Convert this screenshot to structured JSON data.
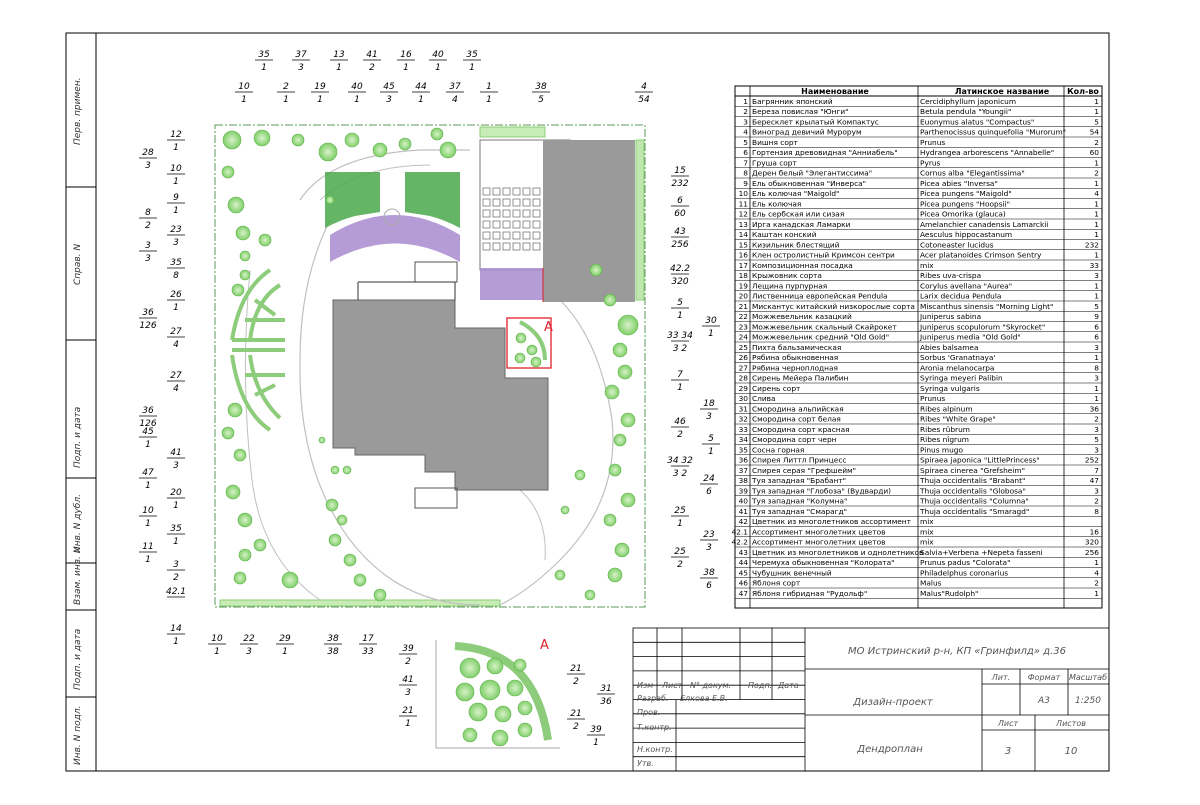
{
  "sidebar_labels": [
    "Перв. примен.",
    "Справ. N",
    "Подп. и дата",
    "Инв. N дубл.",
    "Взам. инв. N",
    "Подп. и дата",
    "Инв. N подл."
  ],
  "table": {
    "headers": [
      "Наименование",
      "Латинское название",
      "Кол-во"
    ],
    "rows": [
      [
        "1",
        "Багрянник японский",
        "Cercidiphyllum japonicum",
        "1"
      ],
      [
        "2",
        "Береза повислая \"Юнги\"",
        "Betula pendula \"Youngii\"",
        "1"
      ],
      [
        "3",
        "Бересклет крылатый Компактус",
        "Euonymus alatus \"Compactus\"",
        "5"
      ],
      [
        "4",
        "Виноград девичий Мурорум",
        "Parthenocissus quinquefolia \"Murorum\"",
        "54"
      ],
      [
        "5",
        "Вишня сорт",
        "Prunus",
        "2"
      ],
      [
        "6",
        "Гортензия древовидная \"Анниабель\"",
        "Hydrangea arborescens \"Annabelle\"",
        "60"
      ],
      [
        "7",
        "Груша сорт",
        "Pyrus",
        "1"
      ],
      [
        "8",
        "Дерен белый \"Элегантиссима\"",
        "Cornus alba \"Elegantissima\"",
        "2"
      ],
      [
        "9",
        "Ель обыкновенная \"Инверса\"",
        "Picea abies \"Inversa\"",
        "1"
      ],
      [
        "10",
        "Ель колючая \"Maigold\"",
        "Picea pungens \"Maigold\"",
        "4"
      ],
      [
        "11",
        "Ель колючая",
        "Picea pungens \"Hoopsii\"",
        "1"
      ],
      [
        "12",
        "Ель сербская или сизая",
        "Picea Omorika (glauca)",
        "1"
      ],
      [
        "13",
        "Ирга канадская Ламарки",
        "Amelanchier canadensis Lamarckii",
        "1"
      ],
      [
        "14",
        "Каштан конский",
        "Aesculus hippocastanum",
        "1"
      ],
      [
        "15",
        "Кизильник блестящий",
        "Cotoneaster lucidus",
        "232"
      ],
      [
        "16",
        "Клен остролистный Кримсон сентри",
        "Acer platanoides Crimson Sentry",
        "1"
      ],
      [
        "17",
        "Композиционная посадка",
        "mix",
        "33"
      ],
      [
        "18",
        "Крыжовник сорта",
        "Ribes uva-crispa",
        "3"
      ],
      [
        "19",
        "Лещина пурпурная",
        "Corylus avellana \"Aurea\"",
        "1"
      ],
      [
        "20",
        "Лиственница европейская Pendula",
        "Larix decidua Pendula",
        "1"
      ],
      [
        "21",
        "Мискантус китайский низкорослые сорта",
        "Miscanthus sinensis \"Morning Light\"",
        "5"
      ],
      [
        "22",
        "Можжевельник казацкий",
        "Juniperus sabina",
        "9"
      ],
      [
        "23",
        "Можжевельник скальный Скайрокет",
        "Juniperus scopulorum \"Skyrocket\"",
        "6"
      ],
      [
        "24",
        "Можжевельник средний \"Old Gold\"",
        "Juniperus media \"Old Gold\"",
        "6"
      ],
      [
        "25",
        "Пихта бальзамическая",
        "Abies balsamea",
        "3"
      ],
      [
        "26",
        "Рябина обыкновенная",
        "Sorbus 'Granatnaya'",
        "1"
      ],
      [
        "27",
        "Рябина черноплодная",
        "Aronia melanocarpa",
        "8"
      ],
      [
        "28",
        "Сирень Мейера Палибин",
        "Syringa meyeri Palibin",
        "3"
      ],
      [
        "29",
        "Сирень сорт",
        "Syringa vulgaris",
        "1"
      ],
      [
        "30",
        "Слива",
        "Prunus",
        "1"
      ],
      [
        "31",
        "Смородина альпийская",
        "Ribes alpinum",
        "36"
      ],
      [
        "32",
        "Смородина сорт белая",
        "Ribes \"White Grape\"",
        "2"
      ],
      [
        "33",
        "Смородина сорт красная",
        "Ribes rûbrum",
        "3"
      ],
      [
        "34",
        "Смородина сорт черн",
        "Ribes nîgrum",
        "5"
      ],
      [
        "35",
        "Сосна горная",
        "Pinus mugo",
        "3"
      ],
      [
        "36",
        "Спирея Литтл Принцесс",
        "Spiraea japonica \"LittlePrincess\"",
        "252"
      ],
      [
        "37",
        "Спирея серая \"Грефшейм\"",
        "Spiraea cinerea \"Grefsheim\"",
        "7"
      ],
      [
        "38",
        "Туя западная \"Брабант\"",
        "Thuja occidentalis \"Brabant\"",
        "47"
      ],
      [
        "39",
        "Туя западная \"Глобоза\" (Вудварди)",
        "Thuja occidentalis \"Globosa\"",
        "3"
      ],
      [
        "40",
        "Туя западная \"Колумна\"",
        "Thuja occidentalis \"Columna\"",
        "2"
      ],
      [
        "41",
        "Туя западная \"Смарагд\"",
        "Thuja occidentalis \"Smaragd\"",
        "8"
      ],
      [
        "42",
        "Цветник из многолетников ассортимент",
        "mix",
        ""
      ],
      [
        "42.1",
        "Ассортимент многолетних цветов",
        "mix",
        "16"
      ],
      [
        "42.2",
        "Ассортимент многолетних цветов",
        "mix",
        "320"
      ],
      [
        "43",
        "Цветник из многолетников и однолетников",
        "Salvia+Verbena +Nepeta fasseni",
        "256"
      ],
      [
        "44",
        "Черемуха обыкновенная \"Колората\"",
        "Prunus padus \"Colorata\"",
        "1"
      ],
      [
        "45",
        "Чубушник венечный",
        "Philadelphus coronarius",
        "4"
      ],
      [
        "46",
        "Яблоня сорт",
        "Malus",
        "2"
      ],
      [
        "47",
        "Яблоня гибридная \"Рудольф\"",
        "Malus\"Rudolph\"",
        "1"
      ]
    ]
  },
  "title_block": {
    "address": "МО Истринский р-н, КП «Гринфилд» д.36",
    "stage_header": "Лит.",
    "format_header": "Формат",
    "scale_header": "Масштаб",
    "format": "А3",
    "scale": "1:250",
    "project": "Дизайн-проект",
    "sheet_header": "Лист",
    "sheets_header": "Листов",
    "sheet": "3",
    "sheets": "10",
    "drawing": "Дендроплан",
    "cols": [
      "Изм",
      "Лист",
      "N° докум.",
      "Подп.",
      "Дата"
    ],
    "rows": [
      "Разраб.",
      "Пров.",
      "Т.контр.",
      "",
      "Н.контр.",
      "Утв."
    ],
    "developer": "Елкова Е.В."
  },
  "plan": {
    "section_marker": "A",
    "callouts_top": [
      [
        "35",
        "1"
      ],
      [
        "37",
        "3"
      ],
      [
        "13",
        "1"
      ],
      [
        "41",
        "2"
      ],
      [
        "16",
        "1"
      ],
      [
        "40",
        "1"
      ],
      [
        "35",
        "1"
      ],
      [
        "38",
        "5"
      ],
      [
        "4",
        "54"
      ]
    ],
    "callouts_top2": [
      [
        "10",
        "1"
      ],
      [
        "2",
        "1"
      ],
      [
        "19",
        "1"
      ],
      [
        "40",
        "1"
      ],
      [
        "45",
        "3"
      ],
      [
        "44",
        "1"
      ],
      [
        "37",
        "4"
      ],
      [
        "1",
        "1"
      ]
    ],
    "callouts_left": [
      [
        "12",
        "1"
      ],
      [
        "28",
        "3"
      ],
      [
        "10",
        "1"
      ],
      [
        "9",
        "1"
      ],
      [
        "8",
        "2"
      ],
      [
        "23",
        "3"
      ],
      [
        "3",
        "3"
      ],
      [
        "35",
        "8"
      ],
      [
        "26",
        "1"
      ],
      [
        "36",
        "126"
      ],
      [
        "27",
        "4"
      ],
      [
        "27",
        "4"
      ],
      [
        "36",
        "126"
      ],
      [
        "45",
        "1"
      ],
      [
        "41",
        "3"
      ],
      [
        "47",
        "1"
      ],
      [
        "20",
        "1"
      ],
      [
        "10",
        "1"
      ],
      [
        "35",
        "1"
      ],
      [
        "11",
        "1"
      ],
      [
        "3",
        "2"
      ],
      [
        "42.1",
        ""
      ],
      [
        "14",
        "1"
      ]
    ],
    "callouts_bottom": [
      [
        "10",
        "1"
      ],
      [
        "22",
        "3"
      ],
      [
        "29",
        "1"
      ],
      [
        "38",
        "38"
      ],
      [
        "17",
        "33"
      ]
    ],
    "callouts_right": [
      [
        "15",
        "232"
      ],
      [
        "6",
        "60"
      ],
      [
        "43",
        "256"
      ],
      [
        "42.2",
        "320"
      ],
      [
        "5",
        "1"
      ],
      [
        "30",
        "1"
      ],
      [
        "33 34",
        "3 2"
      ],
      [
        "7",
        "1"
      ],
      [
        "18",
        "3"
      ],
      [
        "46",
        "2"
      ],
      [
        "5",
        "1"
      ],
      [
        "34 32",
        "3 2"
      ],
      [
        "24",
        "6"
      ],
      [
        "25",
        "1"
      ],
      [
        "23",
        "3"
      ],
      [
        "25",
        "2"
      ],
      [
        "38",
        "6"
      ]
    ],
    "detail_callouts": [
      [
        "39",
        "2"
      ],
      [
        "41",
        "3"
      ],
      [
        "21",
        "1"
      ],
      [
        "21",
        "2"
      ],
      [
        "31",
        "36"
      ],
      [
        "21",
        "2"
      ],
      [
        "39",
        "1"
      ]
    ]
  },
  "colors": {
    "hedge": "#9fd88a",
    "lawn": "#49a84a",
    "purple": "#a88bd0",
    "building": "#9a9a9a",
    "marker": "#e0202a",
    "line": "#000000"
  }
}
